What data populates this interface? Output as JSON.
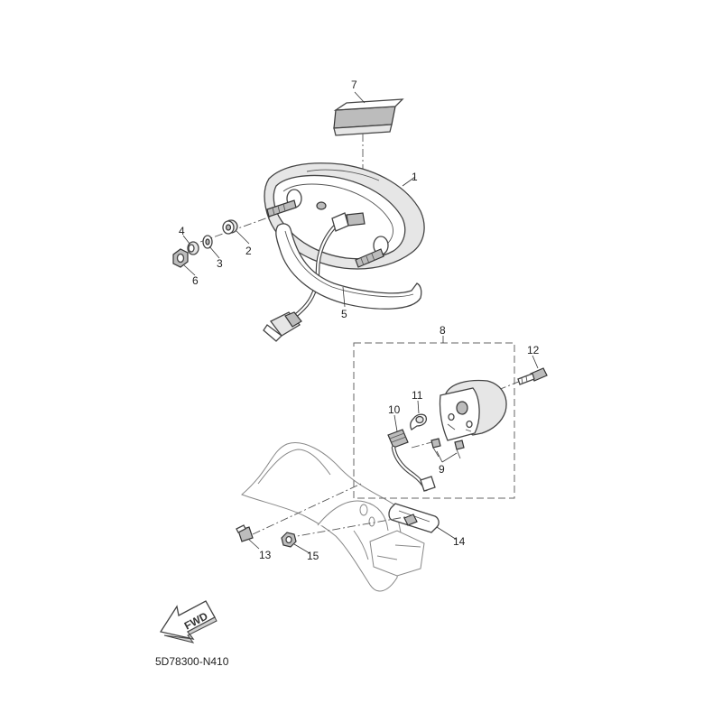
{
  "diagram_code": "5D78300-N410",
  "fwd_label": "FWD",
  "callouts": [
    {
      "id": "1",
      "text": "1"
    },
    {
      "id": "2",
      "text": "2"
    },
    {
      "id": "3",
      "text": "3"
    },
    {
      "id": "4",
      "text": "4"
    },
    {
      "id": "5",
      "text": "5"
    },
    {
      "id": "6",
      "text": "6"
    },
    {
      "id": "7",
      "text": "7"
    },
    {
      "id": "8",
      "text": "8"
    },
    {
      "id": "9",
      "text": "9"
    },
    {
      "id": "10",
      "text": "10"
    },
    {
      "id": "11",
      "text": "11"
    },
    {
      "id": "12",
      "text": "12"
    },
    {
      "id": "13",
      "text": "13"
    },
    {
      "id": "14",
      "text": "14"
    },
    {
      "id": "15",
      "text": "15"
    }
  ]
}
